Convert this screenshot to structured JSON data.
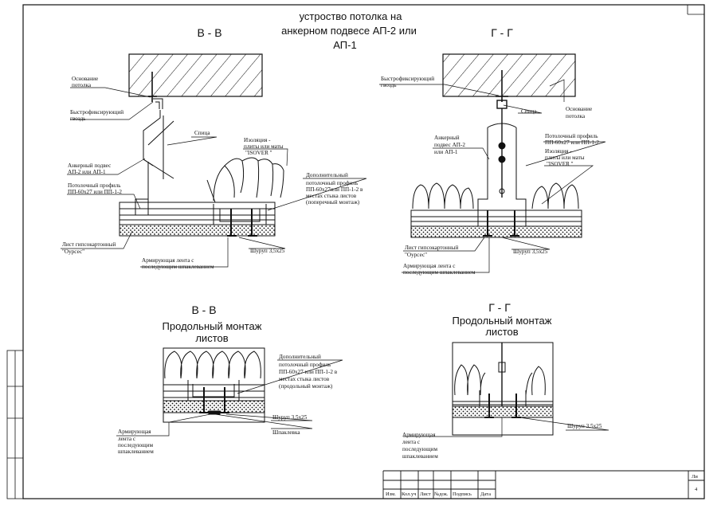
{
  "title_lines": [
    "устроство потолка на",
    "анкерном подвесе АП-2 или",
    "АП-1"
  ],
  "sections": {
    "top_left": "В - В",
    "top_right": "Г - Г",
    "bottom_left": "В - В",
    "bottom_right": "Г - Г"
  },
  "subtitle_left": [
    "Продольный монтаж",
    "листов"
  ],
  "subtitle_right": [
    "Продольный монтаж",
    "листов"
  ],
  "labels_tl": {
    "base": [
      "Основание",
      "потолка"
    ],
    "nail": [
      "Быстрофиксирующий",
      "гвоздь"
    ],
    "rod": "Спица",
    "hanger": [
      "Анкерный подвес",
      "АП-2 или АП-1"
    ],
    "profile": [
      "Потолочный профиль",
      "ПП-60х27 или ПП-1-2"
    ],
    "insulation": [
      "Изоляция -",
      "плиты или маты",
      "\"ISOVER \""
    ],
    "extra_profile": [
      "Дополнительный",
      "потолочный профиль",
      "ПП-60х27или ПП-1-2 в",
      "местах стыка листов",
      "(поперечный монтаж)"
    ],
    "sheet": [
      "Лист гипсокартонный",
      "\"Оурсес\""
    ],
    "screw": "Шуруп 3,5х25",
    "tape": [
      "Армирующая лента с",
      "последующим шпаклеванием"
    ]
  },
  "labels_tr": {
    "nail": [
      "Быстрофиксирующий",
      "гвоздь"
    ],
    "rod": "Спица",
    "base": [
      "Основание",
      "потолка"
    ],
    "hanger": [
      "Анкерный",
      "подвес  АП-2",
      "или АП-1"
    ],
    "profile": [
      "Потолочный профиль",
      "ПП-60х27 или ПП-1-2"
    ],
    "insulation": [
      "Изоляция -",
      "плиты или маты",
      "\"ISOVER \""
    ],
    "sheet": [
      "Лист гипсокартонный",
      "\"Оурсес\""
    ],
    "screw": "Шуруп 3,5х25",
    "tape": [
      "Армирующая лента с",
      "последующим шпаклеванием"
    ]
  },
  "labels_bl": {
    "extra_profile": [
      "Дополнительный",
      "потолочный профиль",
      "ПП-60х27 или ПП-1-2 в",
      "местах стыка листов",
      "(продольный монтаж)"
    ],
    "screw": "Шуруп 3,5х25",
    "putty": "Шпаклевка",
    "tape": [
      "Армирующая",
      "лента с",
      "последующим",
      "шпаклеванием"
    ]
  },
  "labels_br": {
    "screw": "Шуруп 3,5х25",
    "tape": [
      "Армирующая",
      "лента с",
      "последующим",
      "шпаклеванием"
    ]
  },
  "title_block": {
    "cols": [
      "Изм.",
      "Кол.уч",
      "Лист",
      "№док.",
      "Подпись",
      "Дата"
    ],
    "sheet_label": "Ли",
    "sheet_number": "4"
  }
}
